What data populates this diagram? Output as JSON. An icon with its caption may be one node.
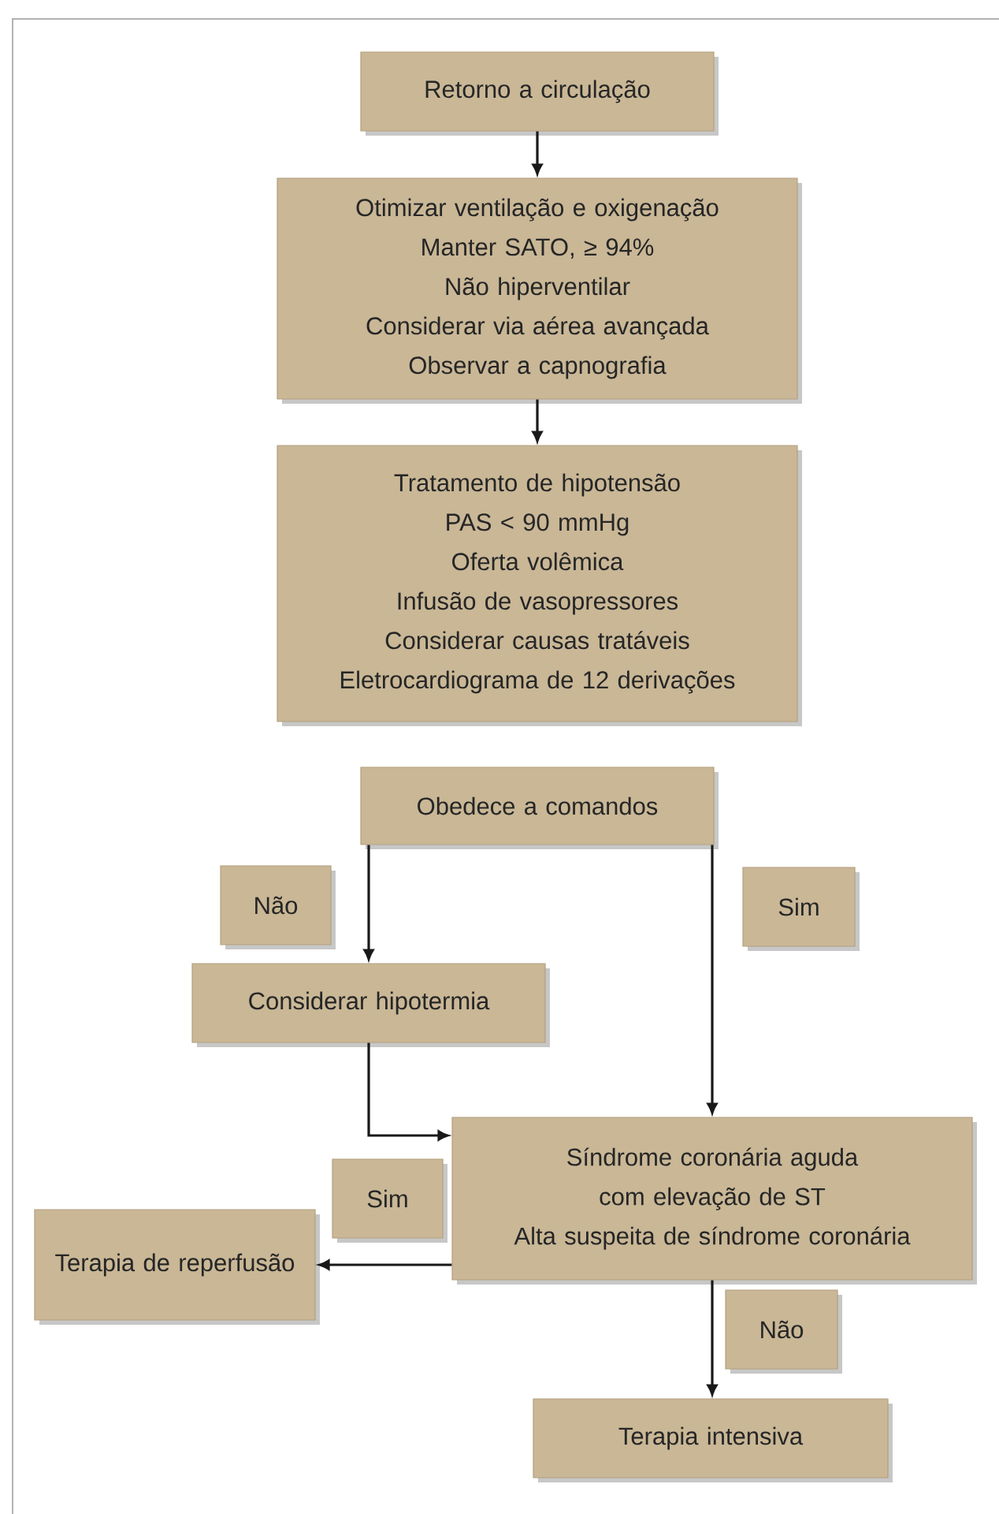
{
  "diagram": {
    "nodes": [
      {
        "text": [
          "Retorno a circulação"
        ]
      },
      {
        "text": [
          "Otimizar ventilação e oxigenação",
          "Manter SATO, ≥ 94%",
          "Não hiperventilar",
          "Considerar via aérea avançada",
          "Observar a capnografia"
        ]
      },
      {
        "text": [
          "Tratamento de hipotensão",
          "PAS < 90 mmHg",
          "Oferta volêmica",
          "Infusão de vasopressores",
          "Considerar causas tratáveis",
          "Eletrocardiograma de 12 derivações"
        ]
      },
      {
        "text": [
          "Obedece a comandos"
        ]
      },
      {
        "text": [
          "Não"
        ]
      },
      {
        "text": [
          "Sim"
        ]
      },
      {
        "text": [
          "Considerar hipotermia"
        ]
      },
      {
        "text": [
          "Síndrome coronária aguda",
          "com elevação de ST",
          "Alta suspeita de síndrome coronária"
        ]
      },
      {
        "text": [
          "Sim"
        ]
      },
      {
        "text": [
          "Terapia de reperfusão"
        ]
      },
      {
        "text": [
          "Não"
        ]
      },
      {
        "text": [
          "Terapia intensiva"
        ]
      }
    ],
    "edges": [
      {
        "from": 0,
        "to": 1,
        "arrow": "to"
      },
      {
        "from": 1,
        "to": 2,
        "arrow": "to"
      },
      {
        "from": 3,
        "to": 6,
        "arrow": "to"
      },
      {
        "from": 3,
        "to": 7,
        "arrow": "to"
      },
      {
        "from": 6,
        "to": 7,
        "arrow": "to"
      },
      {
        "from": 7,
        "to": 9,
        "arrow": "to"
      },
      {
        "from": 7,
        "to": 11,
        "arrow": "to"
      }
    ]
  }
}
